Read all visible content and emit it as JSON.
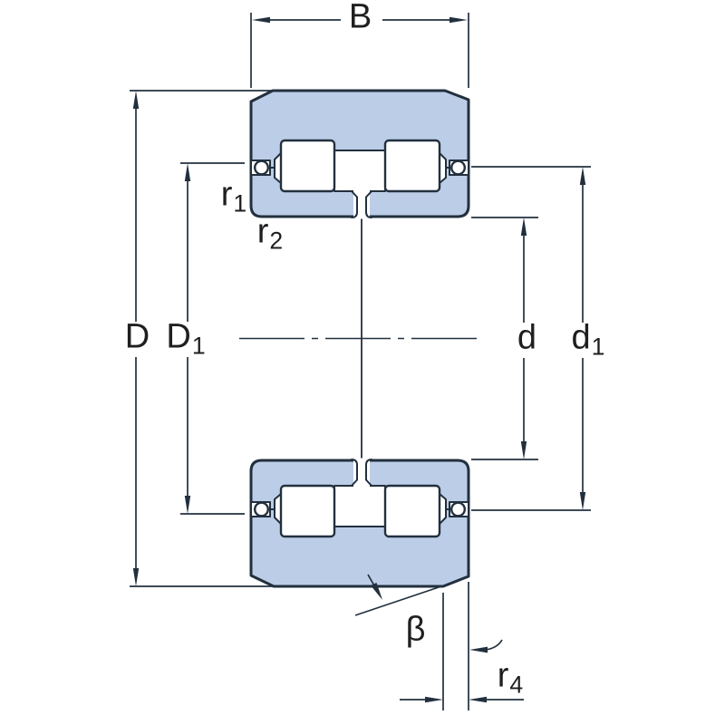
{
  "colors": {
    "part_fill": "#bccde7",
    "line": "#22303e",
    "text": "#1f1f1f",
    "background": "#ffffff"
  },
  "labels": {
    "width_b": {
      "base": "B",
      "sub": ""
    },
    "outer_diameter_D": {
      "base": "D",
      "sub": ""
    },
    "recess_diameter_D1": {
      "base": "D",
      "sub": "1"
    },
    "bore_diameter_d": {
      "base": "d",
      "sub": ""
    },
    "shoulder_diameter_d1": {
      "base": "d",
      "sub": "1"
    },
    "radius_r1": {
      "base": "r",
      "sub": "1"
    },
    "radius_r2": {
      "base": "r",
      "sub": "2"
    },
    "angle_beta": {
      "base": "β",
      "sub": ""
    },
    "radius_r4": {
      "base": "r",
      "sub": "4"
    }
  }
}
